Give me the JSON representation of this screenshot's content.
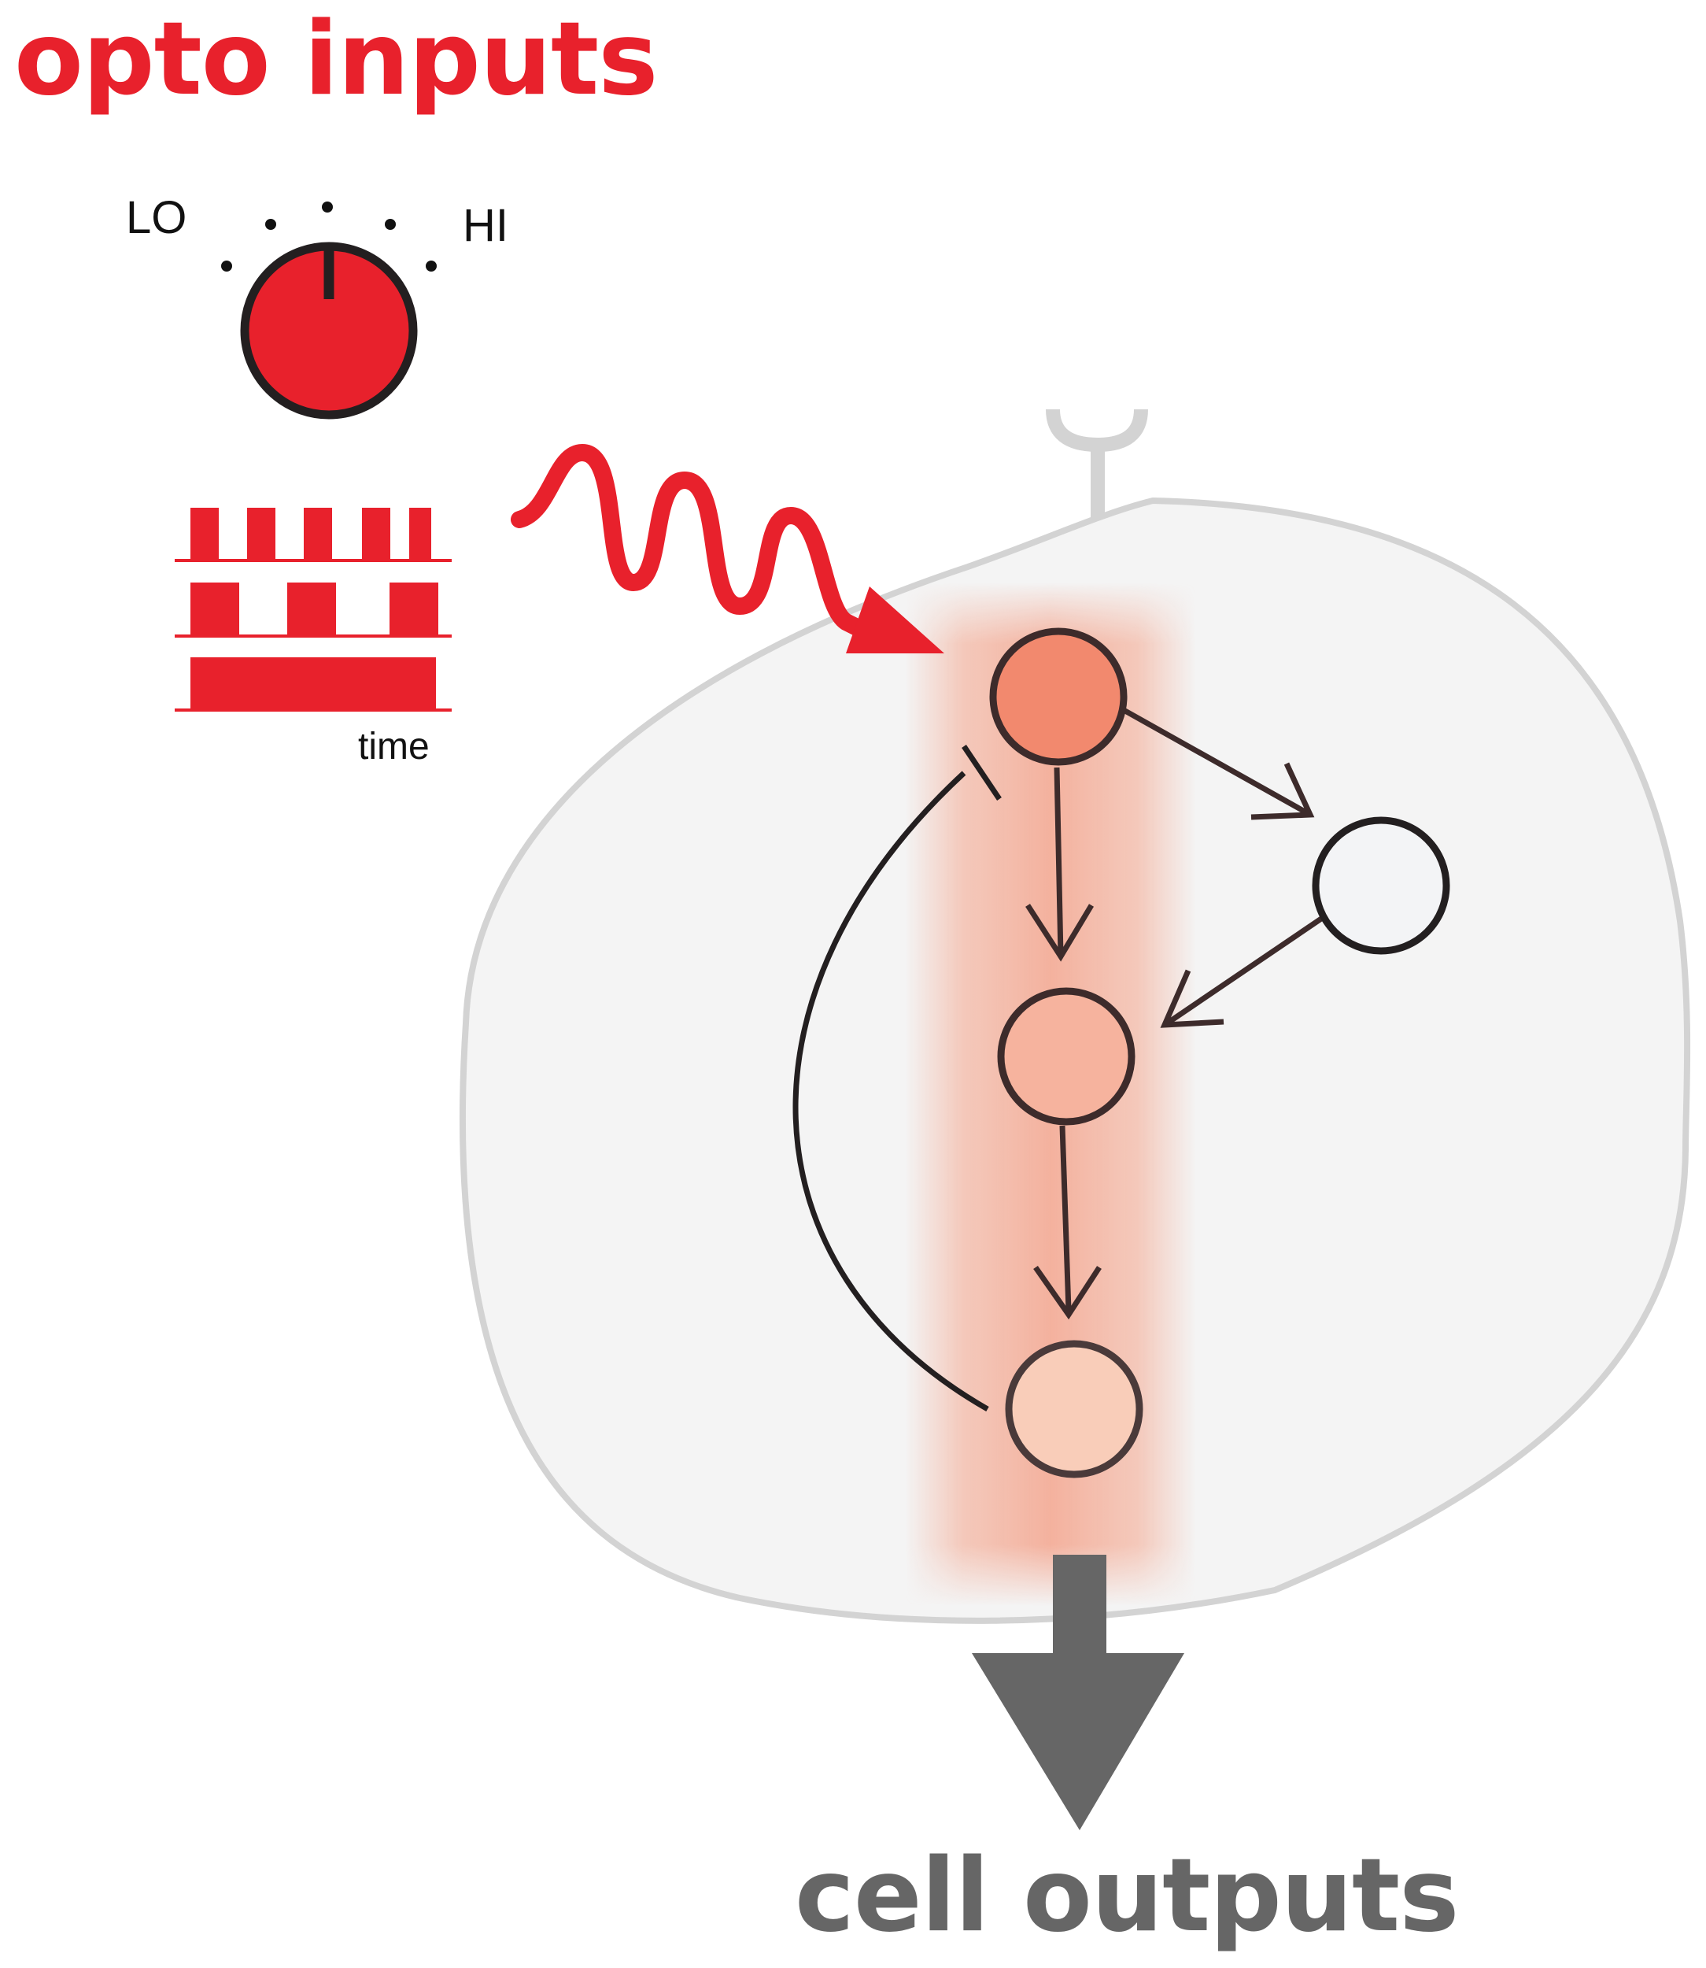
{
  "title": "opto inputs",
  "output_label": "cell outputs",
  "knob": {
    "low_label": "LO",
    "high_label": "HI"
  },
  "pulse_axis_label": "time",
  "colors": {
    "input_red": "#e8212c",
    "output_gray": "#666666",
    "cell_outline": "#d3d3d3",
    "cell_fill": "#f4f4f4",
    "node_top": "#f2896e",
    "node_mid": "#f6b39e",
    "node_bottom": "#f9cdb9",
    "node_side": "#f3f4f6"
  },
  "network": {
    "nodes": [
      "top-node",
      "side-node",
      "middle-node",
      "bottom-node"
    ],
    "edges": [
      {
        "from": "top-node",
        "to": "middle-node",
        "type": "activation"
      },
      {
        "from": "top-node",
        "to": "side-node",
        "type": "activation"
      },
      {
        "from": "side-node",
        "to": "middle-node",
        "type": "activation"
      },
      {
        "from": "middle-node",
        "to": "bottom-node",
        "type": "activation"
      },
      {
        "from": "bottom-node",
        "to": "top-node",
        "type": "inhibition"
      }
    ]
  }
}
